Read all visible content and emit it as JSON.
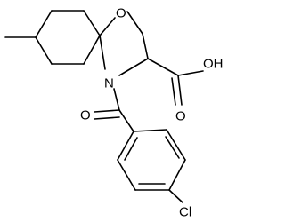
{
  "molecule": {
    "atoms": {
      "ring_oxygen": "O",
      "ring_nitrogen": "N",
      "hydroxyl": "OH",
      "carbonyl_oxygen_acid": "O",
      "carbonyl_oxygen_amide": "O",
      "chlorine": "Cl"
    }
  }
}
